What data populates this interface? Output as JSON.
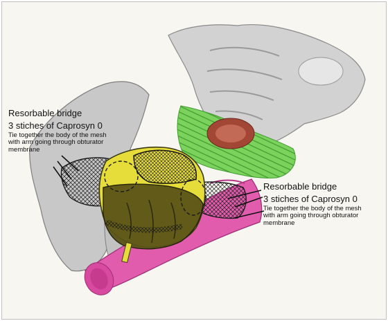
{
  "annotations": {
    "left": {
      "title": "Resorbable bridge",
      "subtitle": "3 stiches of Caprosyn 0",
      "note_line1": "Tie together the body of the mesh",
      "note_line2": "with arm going through obturator",
      "note_line3": "membrane"
    },
    "right": {
      "title": "Resorbable bridge",
      "subtitle": "3 stiches of Caprosyn 0",
      "note_line1": "Tie together the body of the mesh",
      "note_line2": "with arm going through obturator",
      "note_line3": "membrane"
    }
  },
  "colors": {
    "bone": "#c9c9c9",
    "muscle": "#7bd35e",
    "rectum": "#e25cae",
    "mesh_yellow": "#e6dc3a",
    "mesh_dark": "#5a5418",
    "mesh_grid": "#2a2a2a",
    "background": "#f7f6f1"
  }
}
